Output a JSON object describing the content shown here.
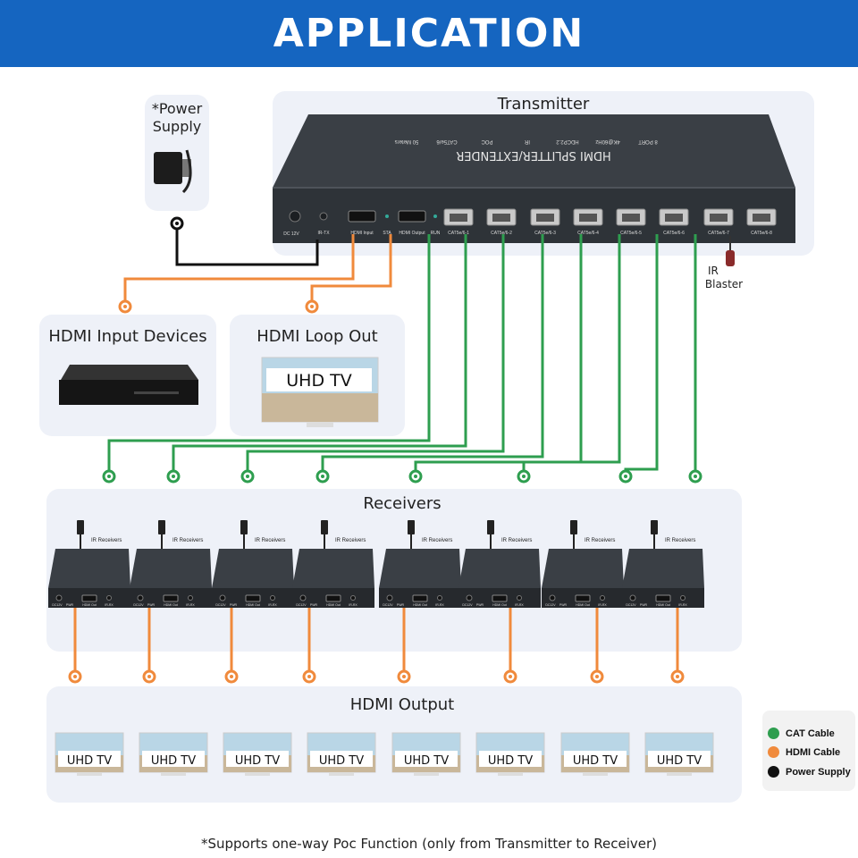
{
  "banner": {
    "title": "APPLICATION"
  },
  "transmitter": {
    "label": "Transmitter",
    "device_top_text": "HDMI SPLITTER/EXTENDER",
    "features": [
      "8 PORT",
      "4K@60Hz",
      "HDCP2.2",
      "IR",
      "POC",
      "CAT5e/6",
      "50 Meters"
    ],
    "ports": [
      {
        "label": "DC 12V"
      },
      {
        "label": "IR-TX"
      },
      {
        "label": "HDMI Input"
      },
      {
        "label": "STA"
      },
      {
        "label": "HDMI Output"
      },
      {
        "label": "RUN"
      },
      {
        "label": "CAT5e/6-1"
      },
      {
        "label": "CAT5e/6-2"
      },
      {
        "label": "CAT5e/6-3"
      },
      {
        "label": "CAT5e/6-4"
      },
      {
        "label": "CAT5e/6-5"
      },
      {
        "label": "CAT5e/6-6"
      },
      {
        "label": "CAT5e/6-7"
      },
      {
        "label": "CAT5e/6-8"
      }
    ]
  },
  "power_supply": {
    "label_line1": "*Power",
    "label_line2": "Supply"
  },
  "ir_blaster": {
    "line1": "IR",
    "line2": "Blaster"
  },
  "hdmi_input_devices": {
    "label": "HDMI Input Devices"
  },
  "hdmi_loop_out": {
    "label": "HDMI Loop Out",
    "tv_text": "UHD TV"
  },
  "receivers": {
    "label": "Receivers",
    "ir_label": "IR Receivers",
    "port_labels": [
      "DC12V",
      "PWR",
      "HDMI Out",
      "IR-RX"
    ],
    "count": 8
  },
  "hdmi_output": {
    "label": "HDMI Output",
    "tvs": [
      "UHD TV",
      "UHD TV",
      "UHD TV",
      "UHD TV",
      "UHD TV",
      "UHD TV",
      "UHD TV",
      "UHD TV"
    ]
  },
  "legend": {
    "items": [
      {
        "label": "CAT Cable",
        "color": "#2e9e4f"
      },
      {
        "label": "HDMI Cable",
        "color": "#f08a3c"
      },
      {
        "label": "Power Supply",
        "color": "#111111"
      }
    ]
  },
  "footnote": "*Supports one-way Poc Function (only from Transmitter to Receiver)",
  "colors": {
    "banner": "#1565c0",
    "cat": "#2e9e4f",
    "hdmi": "#f08a3c",
    "power": "#111111",
    "panel": "#eef1f8"
  }
}
